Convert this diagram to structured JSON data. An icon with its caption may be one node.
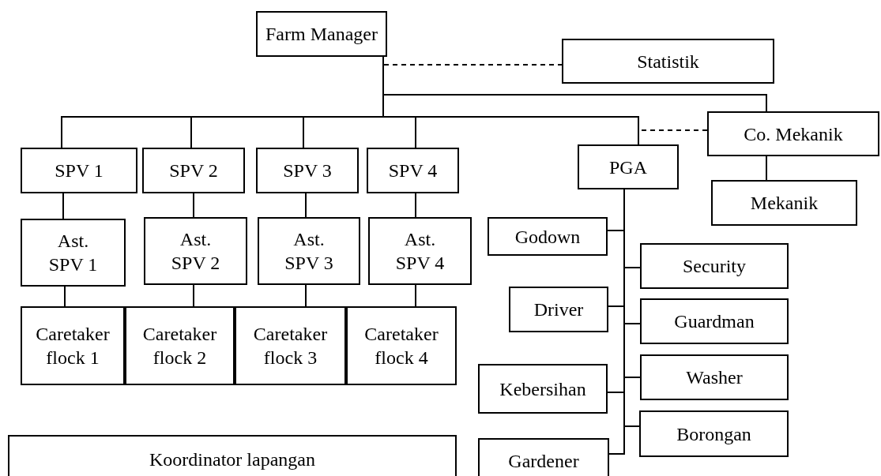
{
  "diagram": {
    "nodes": [
      {
        "text": [
          "Farm Manager"
        ]
      },
      {
        "text": [
          "Statistik"
        ]
      },
      {
        "text": [
          "Co. Mekanik"
        ]
      },
      {
        "text": [
          "SPV 1"
        ]
      },
      {
        "text": [
          "SPV 2"
        ]
      },
      {
        "text": [
          "SPV 3"
        ]
      },
      {
        "text": [
          "SPV 4"
        ]
      },
      {
        "text": [
          "PGA"
        ]
      },
      {
        "text": [
          "Mekanik"
        ]
      },
      {
        "text": [
          "Ast. SPV 1"
        ]
      },
      {
        "text": [
          "Ast. SPV 2"
        ]
      },
      {
        "text": [
          "Ast. SPV 3"
        ]
      },
      {
        "text": [
          "Ast. SPV 4"
        ]
      },
      {
        "text": [
          "Godown"
        ]
      },
      {
        "text": [
          "Security"
        ]
      },
      {
        "text": [
          "Driver"
        ]
      },
      {
        "text": [
          "Guardman"
        ]
      },
      {
        "text": [
          "Caretaker flock 1"
        ]
      },
      {
        "text": [
          "Caretaker flock 2"
        ]
      },
      {
        "text": [
          "Caretaker flock 3"
        ]
      },
      {
        "text": [
          "Caretaker flock 4"
        ]
      },
      {
        "text": [
          "Kebersihan"
        ]
      },
      {
        "text": [
          "Washer"
        ]
      },
      {
        "text": [
          "Borongan"
        ]
      },
      {
        "text": [
          "Koordinator lapangan"
        ]
      },
      {
        "text": [
          "Gardener"
        ]
      }
    ],
    "edges": [
      {
        "from": 0,
        "to": 1,
        "arrow": "none",
        "style": "dashed"
      },
      {
        "from": 0,
        "to": 2,
        "arrow": "none"
      },
      {
        "from": 0,
        "to": 3,
        "arrow": "none"
      },
      {
        "from": 0,
        "to": 4,
        "arrow": "none"
      },
      {
        "from": 0,
        "to": 5,
        "arrow": "none"
      },
      {
        "from": 0,
        "to": 6,
        "arrow": "none"
      },
      {
        "from": 0,
        "to": 7,
        "arrow": "none"
      },
      {
        "from": 7,
        "to": 2,
        "arrow": "none",
        "style": "dashed"
      },
      {
        "from": 2,
        "to": 8,
        "arrow": "none"
      },
      {
        "from": 3,
        "to": 9,
        "arrow": "none"
      },
      {
        "from": 4,
        "to": 10,
        "arrow": "none"
      },
      {
        "from": 5,
        "to": 11,
        "arrow": "none"
      },
      {
        "from": 6,
        "to": 12,
        "arrow": "none"
      },
      {
        "from": 9,
        "to": 17,
        "arrow": "none"
      },
      {
        "from": 10,
        "to": 18,
        "arrow": "none"
      },
      {
        "from": 11,
        "to": 19,
        "arrow": "none"
      },
      {
        "from": 12,
        "to": 20,
        "arrow": "none"
      },
      {
        "from": 7,
        "to": 13,
        "arrow": "none"
      },
      {
        "from": 7,
        "to": 14,
        "arrow": "none"
      },
      {
        "from": 7,
        "to": 15,
        "arrow": "none"
      },
      {
        "from": 7,
        "to": 16,
        "arrow": "none"
      },
      {
        "from": 7,
        "to": 21,
        "arrow": "none"
      },
      {
        "from": 7,
        "to": 22,
        "arrow": "none"
      },
      {
        "from": 7,
        "to": 23,
        "arrow": "none"
      },
      {
        "from": 7,
        "to": 25,
        "arrow": "none"
      }
    ]
  }
}
